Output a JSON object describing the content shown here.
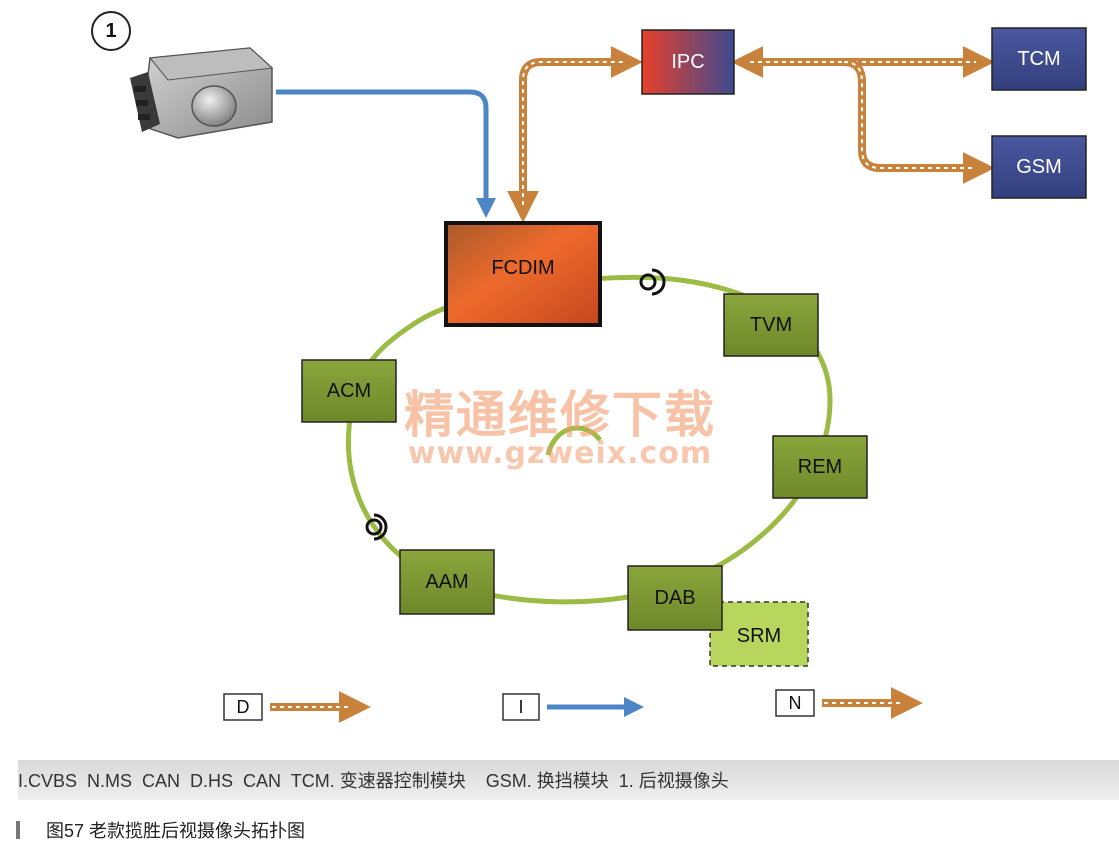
{
  "badge": "1",
  "nodes": {
    "ipc": "IPC",
    "tcm": "TCM",
    "gsm": "GSM",
    "fcdim": "FCDIM",
    "tvm": "TVM",
    "acm": "ACM",
    "rem": "REM",
    "aam": "AAM",
    "dab": "DAB",
    "srm": "SRM"
  },
  "legend": {
    "d": "D",
    "i": "I",
    "n": "N"
  },
  "watermark": {
    "cn": "精通维修下载",
    "url": "www.gzweix.com"
  },
  "caption": "I.CVBS  N.MS  CAN  D.HS  CAN  TCM. 变速器控制模块    GSM. 换挡模块  1. 后视摄像头",
  "figure_title": "图57    老款揽胜后视摄像头拓扑图",
  "colors": {
    "ring": "#9bbb45",
    "module": "#7f9a33",
    "srm": "#b8d65e",
    "navy": "#3d4a8c",
    "blue_arrow": "#4d86c4",
    "orange_arrow": "#c9823c"
  }
}
